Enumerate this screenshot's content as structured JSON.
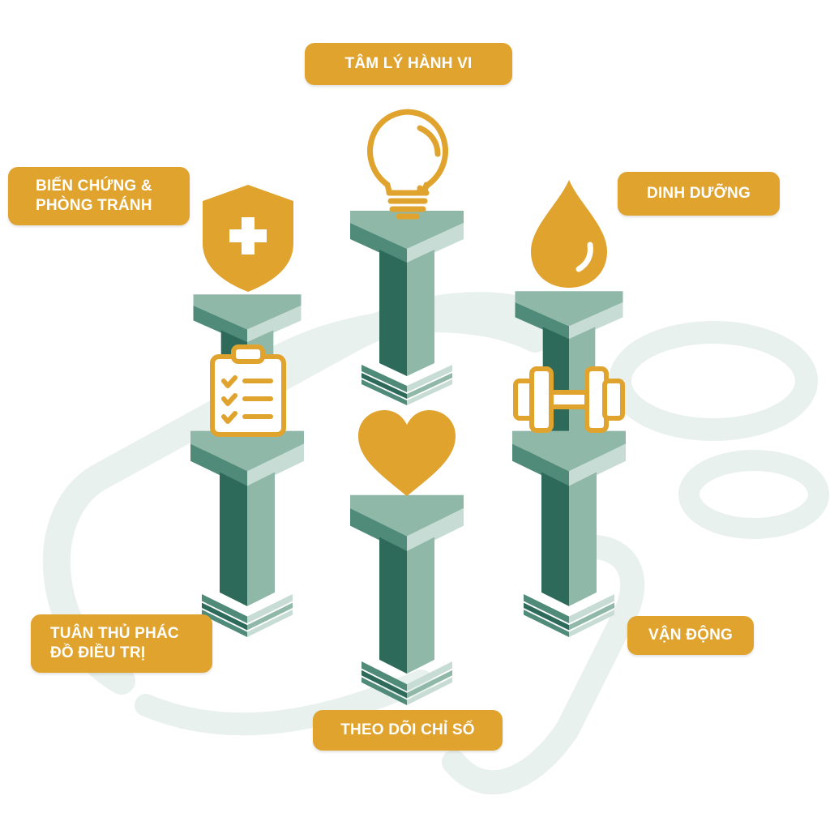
{
  "colors": {
    "accent": "#e0a32e",
    "pillar_dark": "#2d6a5a",
    "pillar_mid": "#4f8b78",
    "pillar_light": "#8fb8a9",
    "pillar_pale": "#c7dcd4",
    "bg_path": "#e9f1ee"
  },
  "labels": {
    "tam_ly": "TÂM LÝ HÀNH VI",
    "bien_chung_1": "BIẾN CHỨNG &",
    "bien_chung_2": "PHÒNG TRÁNH",
    "dinh_duong": "DINH DƯỠNG",
    "tuan_thu_1": "TUÂN THỦ PHÁC",
    "tuan_thu_2": "ĐỒ ĐIỀU TRỊ",
    "van_dong": "VẬN ĐỘNG",
    "theo_doi": "THEO DÕI CHỈ SỐ"
  },
  "icons": {
    "tam_ly": "lightbulb-icon",
    "bien_chung": "shield-plus-icon",
    "dinh_duong": "water-drop-icon",
    "tuan_thu": "clipboard-checklist-icon",
    "van_dong": "dumbbell-icon",
    "theo_doi": "heart-icon"
  }
}
